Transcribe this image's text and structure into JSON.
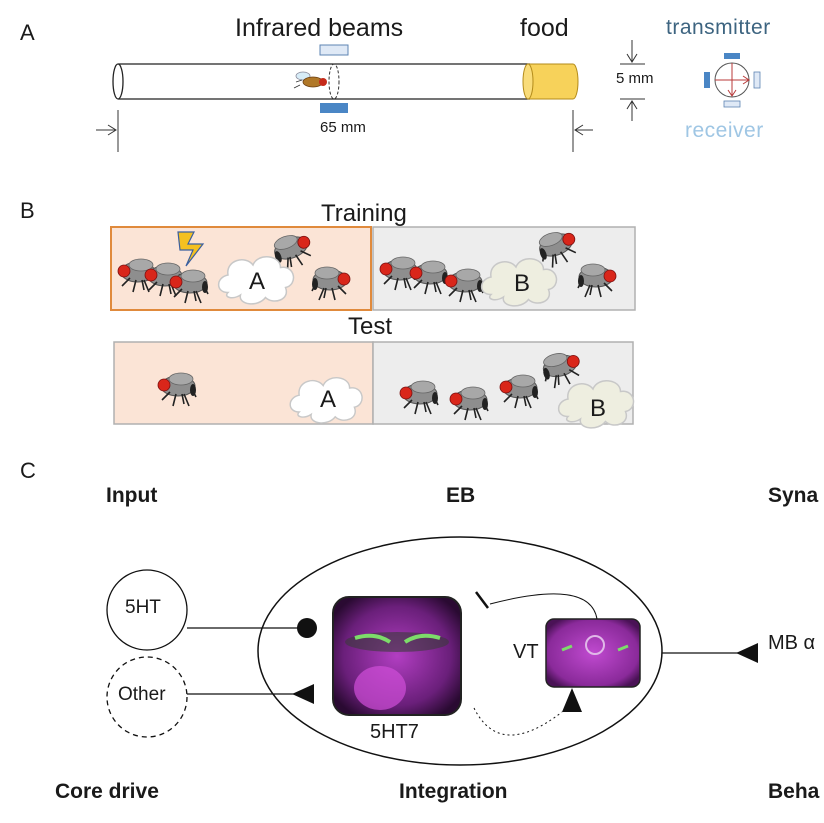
{
  "panel_a": {
    "letter": "A",
    "title": "Infrared beams",
    "food": "food",
    "tube_length": "65 mm",
    "tube_diameter": "5 mm",
    "transmitter": "transmitter",
    "receiver": "receiver",
    "colors": {
      "transmitter": "#3d6480",
      "receiver": "#9fc6e4",
      "food": "#f7d25a",
      "beam": "#4a86c5"
    }
  },
  "panel_b": {
    "letter": "B",
    "training": "Training",
    "test": "Test",
    "odor_a": "A",
    "odor_b": "B",
    "colors": {
      "shock_box": "#fbe4d6",
      "shock_border": "#e08a3c",
      "neutral_box": "#ededed",
      "border": "#b0b0b0"
    }
  },
  "panel_c": {
    "letter": "C",
    "headers": {
      "input": "Input",
      "eb": "EB",
      "synapse": "Syna"
    },
    "footers": {
      "core_drive": "Core drive",
      "integration": "Integration",
      "behavior": "Beha"
    },
    "inputs": [
      "5HT",
      "Other"
    ],
    "neurons": [
      "5HT7",
      "VT"
    ],
    "output": "MB α",
    "colors": {
      "tissue": "#8a2a9a",
      "signal": "#7ddc6a"
    }
  }
}
